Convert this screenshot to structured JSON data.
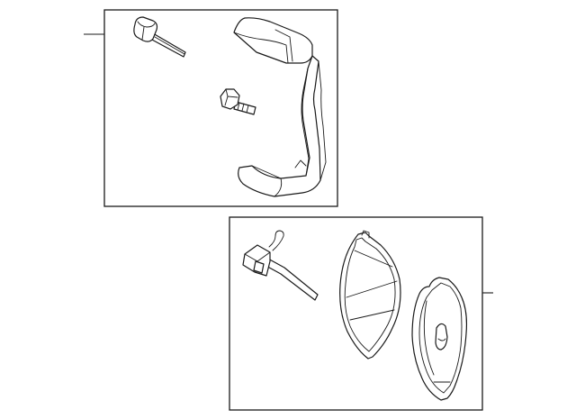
{
  "diagram": {
    "kind": "exploded parts view",
    "groups": [
      {
        "id": "upper",
        "parts": [
          "caliper-bolt",
          "bracket-bolt",
          "caliper-bracket"
        ]
      },
      {
        "id": "lower",
        "parts": [
          "wear-sensor",
          "inner-brake-pad",
          "outer-brake-pad"
        ]
      }
    ],
    "colors": {
      "line": "#1a1a1a",
      "fill": "#ffffff"
    }
  }
}
